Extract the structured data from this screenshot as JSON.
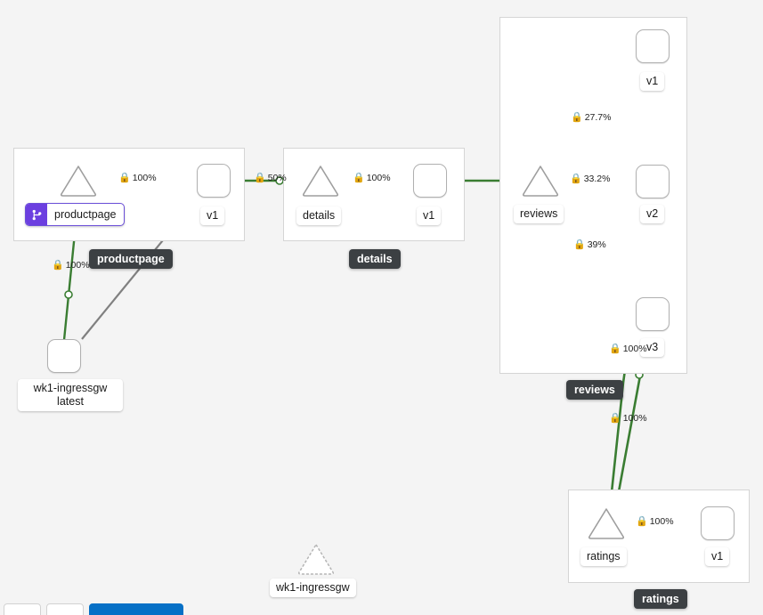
{
  "canvas": {
    "background": "#f4f4f4",
    "edge_color_secure": "#3a7d32",
    "edge_color_idle": "#808080",
    "tooltip_bg": "#3c4043",
    "vs_badge_color": "#6c3fe0"
  },
  "apps": [
    {
      "id": "productpage",
      "name": "productpage",
      "tooltip": "productpage"
    },
    {
      "id": "details",
      "name": "details",
      "tooltip": "details"
    },
    {
      "id": "reviews",
      "name": "reviews",
      "tooltip": "reviews"
    },
    {
      "id": "ratings",
      "name": "ratings",
      "tooltip": "ratings"
    }
  ],
  "service_nodes": [
    {
      "id": "svc-productpage",
      "label": "productpage",
      "has_virtual_service": true,
      "vs_icon": "virtual-service-icon"
    },
    {
      "id": "svc-details",
      "label": "details",
      "has_virtual_service": false
    },
    {
      "id": "svc-reviews",
      "label": "reviews",
      "has_virtual_service": false
    },
    {
      "id": "svc-ratings",
      "label": "ratings",
      "has_virtual_service": false
    },
    {
      "id": "svc-wk1-ingressgw",
      "label": "wk1-ingressgw",
      "has_virtual_service": false,
      "style": "dashed-unused"
    }
  ],
  "workload_nodes": [
    {
      "id": "wl-productpage-v1",
      "label": "v1"
    },
    {
      "id": "wl-details-v1",
      "label": "v1"
    },
    {
      "id": "wl-reviews-v1",
      "label": "v1"
    },
    {
      "id": "wl-reviews-v2",
      "label": "v2"
    },
    {
      "id": "wl-reviews-v3",
      "label": "v3"
    },
    {
      "id": "wl-ratings-v1",
      "label": "v1"
    },
    {
      "id": "wl-wk1-ingressgw",
      "label": "wk1-ingressgw\nlatest",
      "label_line1": "wk1-ingressgw",
      "label_line2": "latest"
    }
  ],
  "edges": [
    {
      "id": "e-ingressgw-to-productpage-svc",
      "label": "100%",
      "secure": true,
      "color": "#3a7d32"
    },
    {
      "id": "e-ingressgw-to-productpage-v1",
      "label": "",
      "secure": false,
      "color": "#808080"
    },
    {
      "id": "e-productpage-svc-to-v1",
      "label": "100%",
      "secure": true,
      "color": "#3a7d32"
    },
    {
      "id": "e-productpage-v1-to-details-svc",
      "label": "50%",
      "secure": true,
      "color": "#3a7d32"
    },
    {
      "id": "e-details-svc-to-v1",
      "label": "100%",
      "secure": true,
      "color": "#3a7d32"
    },
    {
      "id": "e-details-v1-to-reviews-svc",
      "label": "",
      "secure": false,
      "color": "#3a7d32"
    },
    {
      "id": "e-reviews-svc-to-v1",
      "label": "27.7%",
      "secure": true,
      "color": "#3a7d32"
    },
    {
      "id": "e-reviews-svc-to-v2",
      "label": "33.2%",
      "secure": true,
      "color": "#3a7d32"
    },
    {
      "id": "e-reviews-svc-to-v3",
      "label": "39%",
      "secure": true,
      "color": "#3a7d32"
    },
    {
      "id": "e-reviews-v2-to-ratings",
      "label": "100%",
      "secure": true,
      "color": "#3a7d32"
    },
    {
      "id": "e-reviews-v3-to-ratings",
      "label": "100%",
      "secure": true,
      "color": "#3a7d32"
    },
    {
      "id": "e-ratings-svc-to-v1",
      "label": "100%",
      "secure": true,
      "color": "#3a7d32"
    }
  ],
  "unused_node": {
    "id": "svc-wk1-ingressgw-unused",
    "label": "wk1-ingressgw"
  },
  "toolbar": {
    "legend_label": "",
    "primary_label": ""
  }
}
